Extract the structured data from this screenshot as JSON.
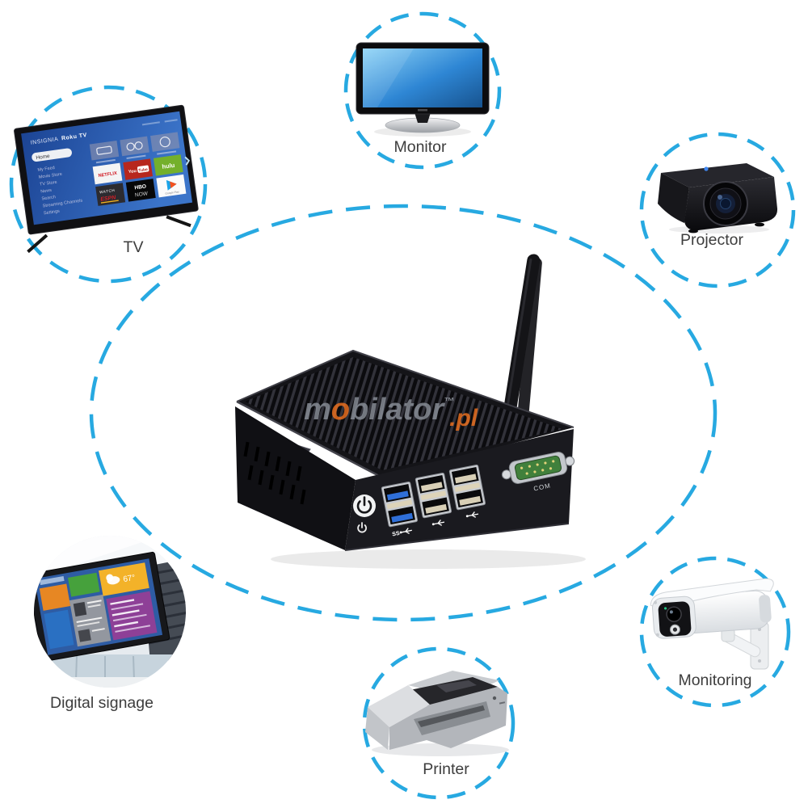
{
  "page": {
    "background": "#ffffff",
    "accent_color": "#27A9E1",
    "description": "Fanless mini PC connectivity diagram"
  },
  "labels": {
    "monitor": "Monitor",
    "tv": "TV",
    "projector": "Projector",
    "digital_signage": "Digital signage",
    "printer": "Printer",
    "monitoring": "Monitoring"
  },
  "watermark": {
    "part1": "m",
    "part2": "o",
    "part3": "bilator",
    "tm": "™",
    "part4": ".pl",
    "gray_color": "#8d939c",
    "orange_color": "#f4731f"
  },
  "mini_pc": {
    "com_port_label": "COM",
    "usb3_badge": "SS"
  },
  "tv_screen": {
    "brand": "INSIGNIA",
    "os_name": "Roku TV",
    "menu_selected": "Home",
    "menu_items": [
      "My Feed",
      "Movie Store",
      "TV Store",
      "News",
      "Search",
      "Streaming Channels",
      "Settings"
    ],
    "app_netflix": "NETFLIX",
    "app_youtube_you": "You",
    "app_youtube_tube": "Tube",
    "app_hulu": "hulu",
    "app_espn_watch": "WATCH",
    "app_espn_name": "ESPN",
    "app_hbo_name": "HBO",
    "app_hbo_now": "NOW",
    "app_gplay_caption": "Google Play"
  },
  "signage_screen": {
    "weather_temp": "67°"
  }
}
